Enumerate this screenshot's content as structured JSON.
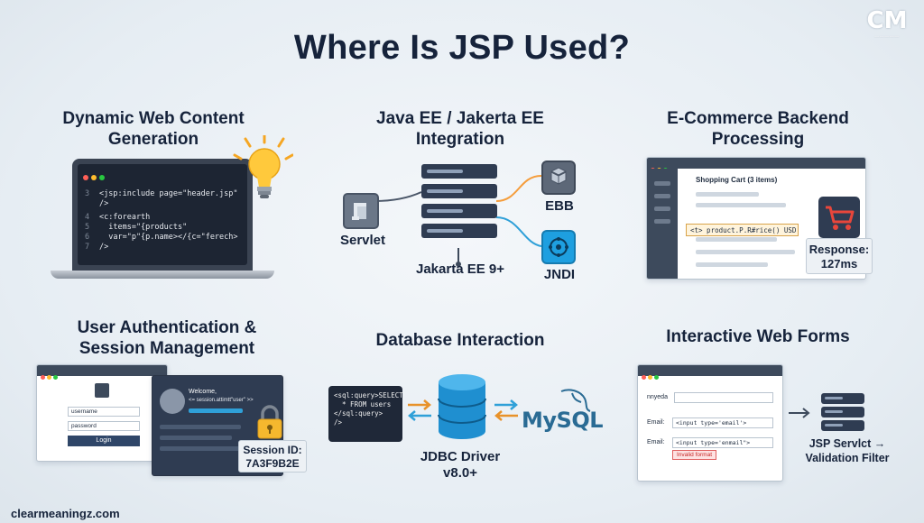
{
  "title": "Where Is JSP Used?",
  "logo": {
    "mark": "CM"
  },
  "footer": "clearmeaningz.com",
  "sections": {
    "dynamic": {
      "title_l1": "Dynamic Web Content",
      "title_l2": "Generation",
      "code": [
        {
          "ln": "3",
          "text": "<jsp:include page=\"header.jsp\""
        },
        {
          "ln": "",
          "text": "/>"
        },
        {
          "ln": "4",
          "text": "<c:forearth"
        },
        {
          "ln": "5",
          "text": "  items=\"{products\""
        },
        {
          "ln": "6",
          "text": "  var=\"p\"{p.name></{c=\"ferech>"
        },
        {
          "ln": "7",
          "text": "/>"
        }
      ]
    },
    "javaee": {
      "title_l1": "Java EE / Jakerta EE",
      "title_l2": "Integration",
      "servlet": "Servlet",
      "ebb": "EBB",
      "jndi": "JNDI",
      "server": "Jakarta EE 9+"
    },
    "ecommerce": {
      "title_l1": "E-Commerce Backend",
      "title_l2": "Processing",
      "cart": "Shopping Cart (3 items)",
      "code": "<t> product.P.R#rice() USD",
      "response_l1": "Response:",
      "response_l2": "127ms"
    },
    "auth": {
      "title_l1": "User Authentication &",
      "title_l2": "Session Management",
      "username": "username",
      "password": "password",
      "login": "Login",
      "welcome_l1": "Welcome,",
      "welcome_l2": "<= session.attimtt\"user\" >>",
      "session_l1": "Session ID:",
      "session_l2": "7A3F9B2E"
    },
    "database": {
      "title": "Database Interaction",
      "code": [
        "<sql:query>SELECT",
        "  * FROM users",
        "</sql:query>",
        "/>"
      ],
      "driver_l1": "JDBC Driver",
      "driver_l2": "v8.0+",
      "mysql": "MySQL"
    },
    "forms": {
      "title": "Interactive Web Forms",
      "field1_label": "nnyeda",
      "field2_label": "Email:",
      "field2_value": "<input type='email'>",
      "field3_label": "Email:",
      "field3_value": "<input type='enmail\">",
      "error": "Invalid format",
      "filter_l1": "JSP Servlct →",
      "filter_l2": "Validation Filter"
    }
  }
}
